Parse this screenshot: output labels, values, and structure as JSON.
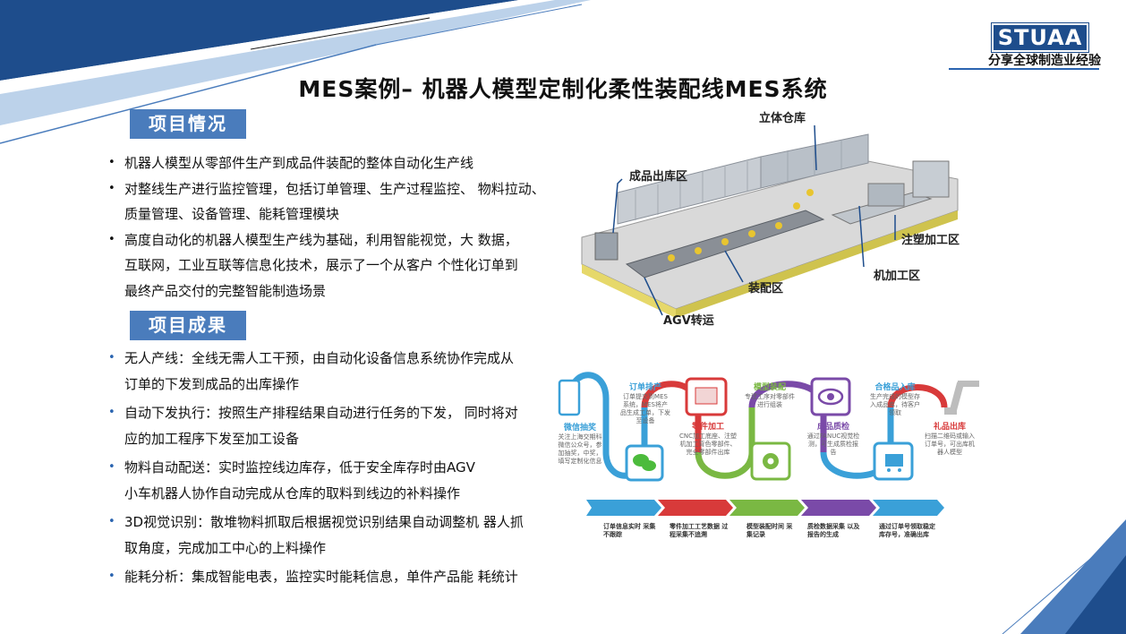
{
  "header": {
    "logo_text": "STUAA",
    "logo_subtitle": "分享全球制造业经验",
    "title_en1": "MES",
    "title_mid": "案例– 机器人模型定制化柔性装配线",
    "title_en2": "MES",
    "title_end": "系统"
  },
  "project_overview": {
    "heading": "项目情况",
    "bullets": [
      "机器人模型从零部件生产到成品件装配的整体自动化生产线",
      "对整线生产进行监控管理，包括订单管理、生产过程监控、 物料拉动、",
      "质量管理、设备管理、能耗管理模块",
      "高度自动化的机器人模型生产线为基础，利用智能视觉，大 数据，",
      "互联网，工业互联等信息化技术，展示了一个从客户 个性化订单到",
      "最终产品交付的完整智能制造场景"
    ]
  },
  "project_results": {
    "heading": "项目成果",
    "items": [
      {
        "line1": "无人产线：全线无需人工干预，由自动化设备信息系统协作完成从",
        "line2": "订单的下发到成品的出库操作"
      },
      {
        "line1": "自动下发执行：按照生产排程结果自动进行任务的下发， 同时将对",
        "line2": "应的加工程序下发至加工设备"
      },
      {
        "line1": "物料自动配送：实时监控线边库存，低于安全库存时由AGV",
        "line2": "小车机器人协作自动完成从仓库的取料到线边的补料操作"
      },
      {
        "line1": "3D视觉识别：散堆物料抓取后根据视觉识别结果自动调整机 器人抓",
        "line2": "取角度，完成加工中心的上料操作"
      },
      {
        "line1": "能耗分析：集成智能电表，监控实时能耗信息，单件产品能 耗统计",
        "line2": ""
      }
    ]
  },
  "factory_callouts": {
    "warehouse": "立体仓库",
    "product_out": "成品出库区",
    "injection": "注塑加工区",
    "machining": "机加工区",
    "assembly": "装配区",
    "agv": "AGV转运"
  },
  "process_flow": {
    "steps": [
      {
        "title": "微信抽奖",
        "desc": "关注上海交期科微信公众号，参加抽奖，中奖，填写定制化信息",
        "color": "#3aa0d8",
        "icon": "wechat-icon"
      },
      {
        "title": "订单排产",
        "desc": "订单提交到MES系统，MES将产品生成工单，下发至设备",
        "color": "#3aa0d8",
        "icon": "order-icon"
      },
      {
        "title": "零件加工",
        "desc": "CNC加工底座、注塑机加工背色零部件、完全零部件出库",
        "color": "#d83a3a",
        "icon": "gear-icon"
      },
      {
        "title": "模型装配",
        "desc": "专建工序对零部件进行组装",
        "color": "#7ab843",
        "icon": "gear-icon"
      },
      {
        "title": "成品质检",
        "desc": "通过FANUC视觉检测，可生成质检报告",
        "color": "#7a4aa8",
        "icon": "eye-icon"
      },
      {
        "title": "合格品入库",
        "desc": "生产完成的模型存入成品库，待客户领取",
        "color": "#3aa0d8",
        "icon": "cart-icon"
      },
      {
        "title": "礼品出库",
        "desc": "扫描二维码或输入订单号，可出库机器人模型",
        "color": "#d83a3a",
        "icon": "robot-icon"
      }
    ],
    "arrows": [
      {
        "text": "订单信息实时 采集不跟踪",
        "color": "#3aa0d8"
      },
      {
        "text": "零件加工工艺数据 过程采集不追溯",
        "color": "#d83a3a"
      },
      {
        "text": "模型装配时间 采集记录",
        "color": "#7ab843"
      },
      {
        "text": "质检数据采集 以及报告的生成",
        "color": "#7a4aa8"
      },
      {
        "text": "通过订单号领取稳定 库存号，准确出库",
        "color": "#3aa0d8"
      }
    ]
  },
  "colors": {
    "accent": "#4a7cbc",
    "dark_blue": "#1e4d8c"
  }
}
